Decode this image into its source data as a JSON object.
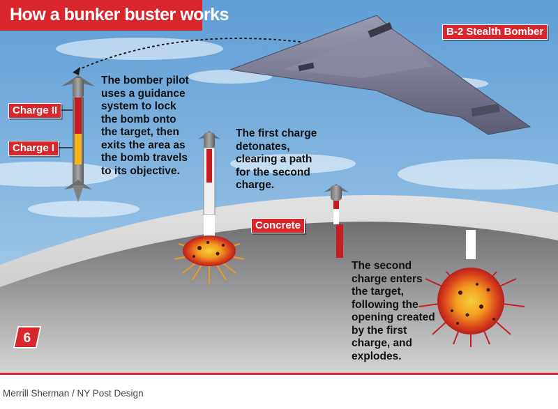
{
  "title": "How a bunker buster works",
  "labels": {
    "bomber": "B-2 Stealth Bomber",
    "charge_two": "Charge II",
    "charge_one": "Charge I",
    "concrete": "Concrete"
  },
  "captions": {
    "step1": "The bomber pilot uses a guidance system to lock the bomb onto the target, then exits the area as the bomb travels to its objective.",
    "step2": "The first charge detonates, clearing a path for the second charge.",
    "step3": "The second charge enters the target, following the opening created by the first charge, and explodes."
  },
  "page_number": "6",
  "credit": "Merrill Sherman / NY Post Design",
  "colors": {
    "brand_red": "#d9262c",
    "charge_two": "#c41e24",
    "charge_one": "#f2b41a",
    "sky_top": "#5f9ed6",
    "sky_bottom": "#b8d6ee",
    "ground": "#8e8e8e"
  }
}
